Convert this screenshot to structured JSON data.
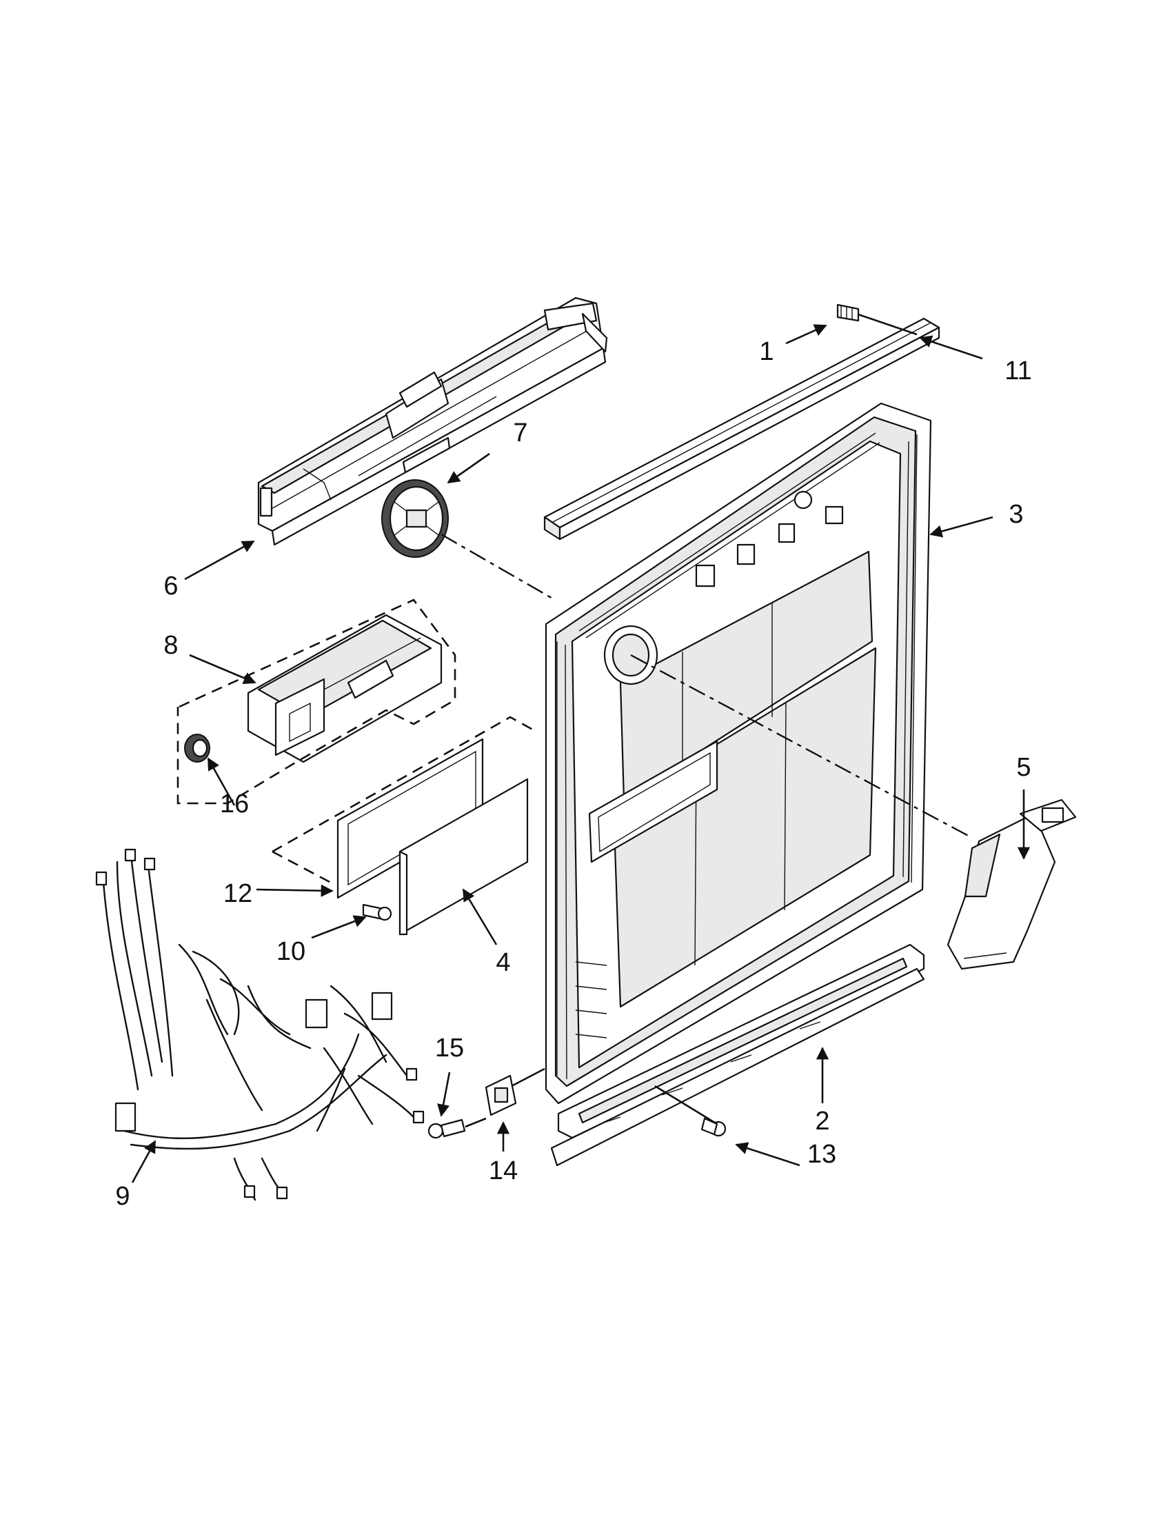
{
  "diagram": {
    "callouts": [
      {
        "id": "1",
        "text": "1"
      },
      {
        "id": "2",
        "text": "2"
      },
      {
        "id": "3",
        "text": "3"
      },
      {
        "id": "4",
        "text": "4"
      },
      {
        "id": "5",
        "text": "5"
      },
      {
        "id": "6",
        "text": "6"
      },
      {
        "id": "7",
        "text": "7"
      },
      {
        "id": "8",
        "text": "8"
      },
      {
        "id": "9",
        "text": "9"
      },
      {
        "id": "10",
        "text": "10"
      },
      {
        "id": "11",
        "text": "11"
      },
      {
        "id": "12",
        "text": "12"
      },
      {
        "id": "13",
        "text": "13"
      },
      {
        "id": "14",
        "text": "14"
      },
      {
        "id": "15",
        "text": "15"
      },
      {
        "id": "16",
        "text": "16"
      }
    ],
    "colors": {
      "line": "#111111",
      "fill": "#ffffff",
      "shade": "#e9e9e9",
      "dark": "#4a4a4a"
    }
  }
}
